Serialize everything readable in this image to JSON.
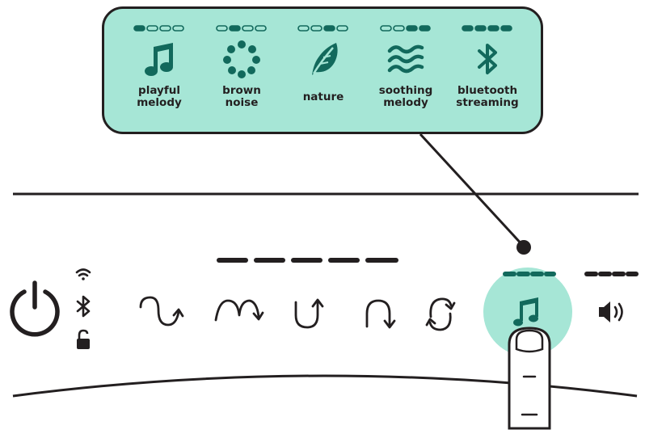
{
  "accent_color": "#a6e6d6",
  "accent_dark": "#12695c",
  "ink_color": "#231f20",
  "sound_modes": [
    {
      "label": "playful\nmelody",
      "icon": "music-note-icon",
      "indicator_lit": 1
    },
    {
      "label": "brown\nnoise",
      "icon": "dotted-circle-icon",
      "indicator_lit": 2
    },
    {
      "label": "nature",
      "icon": "leaf-icon",
      "indicator_lit": 3
    },
    {
      "label": "soothing\nmelody",
      "icon": "waves-icon",
      "indicator_lit": 4
    },
    {
      "label": "bluetooth\nstreaming",
      "icon": "bluetooth-icon",
      "indicator_lit": 4
    }
  ],
  "control_panel": {
    "power_icon": "power-icon",
    "status_icons": [
      "wifi-icon",
      "bluetooth-icon",
      "unlock-icon"
    ],
    "motion_buttons": [
      "wave-motion-icon",
      "arc-bounce-icon",
      "u-swing-icon",
      "arch-swing-icon",
      "rotate-icon"
    ],
    "sound_button_icon": "music-note-icon",
    "volume_icon": "volume-icon",
    "volume_indicator_segments": 4,
    "motion_indicator_segments": 5
  }
}
